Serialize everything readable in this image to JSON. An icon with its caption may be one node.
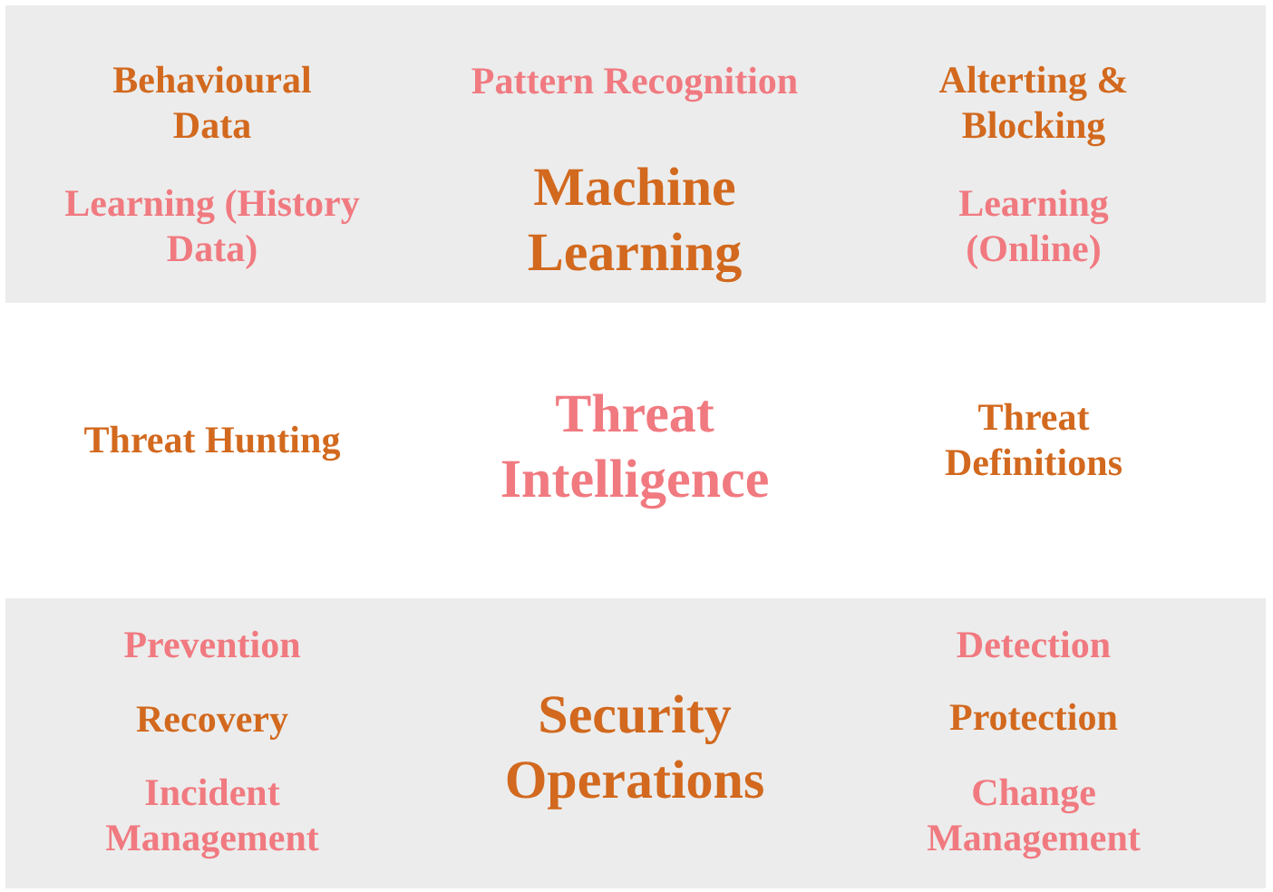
{
  "diagram": {
    "nodes": [
      {
        "text": [
          "Pattern Recognition",
          "Behavioural Data",
          "Alterting & Blocking",
          "Learning (History Data)",
          "Machine Learning",
          "Learning (Online)"
        ]
      },
      {
        "text": [
          "Prevention",
          "Detection",
          "Recovery",
          "Security Operations",
          "Protection",
          "Incident Management",
          "Change Management"
        ]
      }
    ],
    "labels": [
      "Threat Hunting",
      "Threat Intelligence",
      "Threat Definitions"
    ]
  }
}
